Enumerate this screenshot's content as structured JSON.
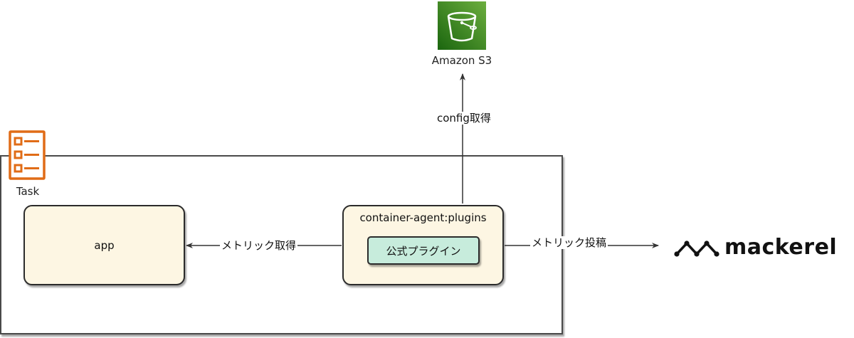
{
  "nodes": {
    "s3": {
      "label": "Amazon S3",
      "icon": "s3-bucket-icon",
      "color": "#3f8624"
    },
    "task": {
      "label": "Task",
      "icon": "task-list-icon",
      "color": "#e06c17"
    },
    "app": {
      "label": "app"
    },
    "agent": {
      "label": "container-agent:plugins"
    },
    "plugin": {
      "label": "公式プラグイン"
    },
    "mackerel": {
      "label": "mackerel",
      "icon": "mackerel-logo-icon"
    }
  },
  "edges": {
    "config": {
      "label": "config取得",
      "from": "container-agent:plugins",
      "to": "Amazon S3"
    },
    "metric_get": {
      "label": "メトリック取得",
      "from": "container-agent:plugins",
      "to": "app"
    },
    "metric_post": {
      "label": "メトリック投稿",
      "from": "container-agent:plugins",
      "to": "mackerel"
    }
  },
  "colors": {
    "box_fill": "#fdf6e3",
    "plugin_fill": "#c7ecdc",
    "border": "#2b2b2b"
  }
}
